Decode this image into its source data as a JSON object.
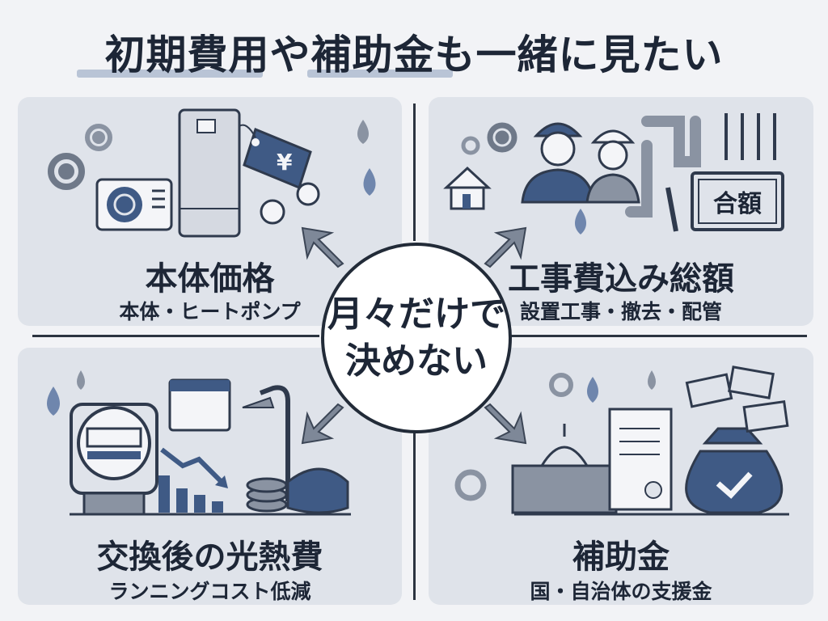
{
  "title": "初期費用や補助金も一緒に見たい",
  "center": {
    "line1": "月々だけで",
    "line2": "決めない"
  },
  "panels": [
    {
      "title": "本体価格",
      "subtitle": "本体・ヒートポンプ"
    },
    {
      "title": "工事費込み総額",
      "subtitle": "設置工事・撤去・配管",
      "badge": "合額"
    },
    {
      "title": "交換後の光熱費",
      "subtitle": "ランニングコスト低減"
    },
    {
      "title": "補助金",
      "subtitle": "国・自治体の支援金"
    }
  ],
  "currency_symbol": "¥",
  "colors": {
    "accent": "#3f5a85",
    "panel": "#dfe3ea",
    "arrow": "#7e8898",
    "text": "#1d2636"
  }
}
